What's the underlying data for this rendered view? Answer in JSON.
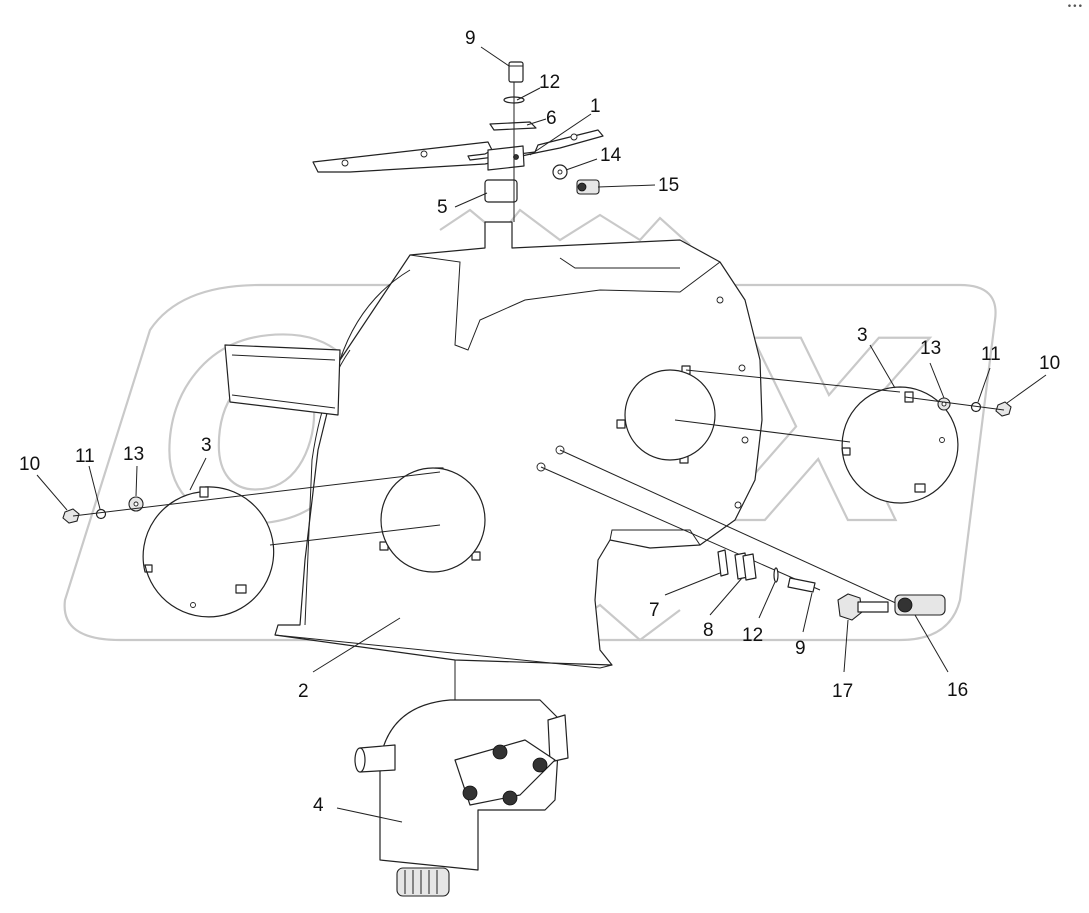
{
  "diagram": {
    "watermark_text": "OPEX",
    "corner_mark": "•••",
    "callouts": [
      {
        "id": "c-9-top",
        "label": "9"
      },
      {
        "id": "c-12-top",
        "label": "12"
      },
      {
        "id": "c-6",
        "label": "6"
      },
      {
        "id": "c-1",
        "label": "1"
      },
      {
        "id": "c-14",
        "label": "14"
      },
      {
        "id": "c-15",
        "label": "15"
      },
      {
        "id": "c-5",
        "label": "5"
      },
      {
        "id": "c-3-right",
        "label": "3"
      },
      {
        "id": "c-13-right",
        "label": "13"
      },
      {
        "id": "c-11-right",
        "label": "11"
      },
      {
        "id": "c-10-right",
        "label": "10"
      },
      {
        "id": "c-10-left",
        "label": "10"
      },
      {
        "id": "c-11-left",
        "label": "11"
      },
      {
        "id": "c-13-left",
        "label": "13"
      },
      {
        "id": "c-3-left",
        "label": "3"
      },
      {
        "id": "c-7",
        "label": "7"
      },
      {
        "id": "c-8",
        "label": "8"
      },
      {
        "id": "c-12-bottom",
        "label": "12"
      },
      {
        "id": "c-9-bottom",
        "label": "9"
      },
      {
        "id": "c-17",
        "label": "17"
      },
      {
        "id": "c-16",
        "label": "16"
      },
      {
        "id": "c-2",
        "label": "2"
      },
      {
        "id": "c-4",
        "label": "4"
      }
    ]
  }
}
